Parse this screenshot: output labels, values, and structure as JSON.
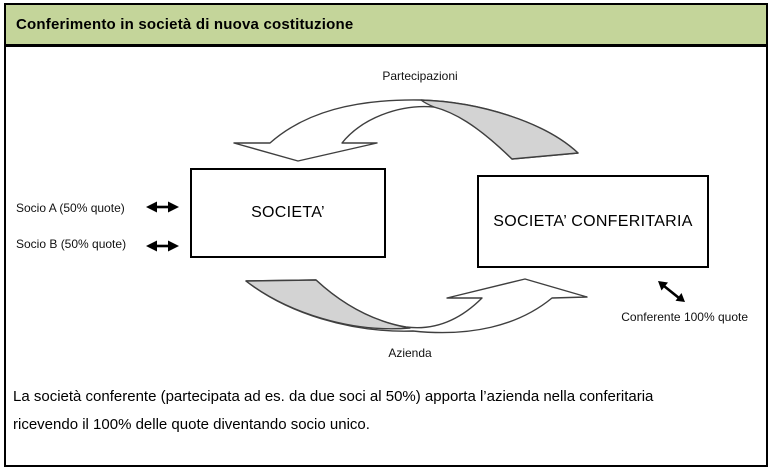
{
  "header": {
    "title": "Conferimento in società di nuova costituzione"
  },
  "diagram": {
    "boxes": {
      "left": "SOCIETA’",
      "right": "SOCIETA’ CONFERITARIA"
    },
    "flows": {
      "top_label": "Partecipazioni",
      "bottom_label": "Azienda"
    },
    "left_labels": [
      {
        "label": "Socio A (50% quote)"
      },
      {
        "label": "Socio B (50% quote)"
      }
    ],
    "right_label": "Conferente 100% quote"
  },
  "description": {
    "line1": "La società conferente (partecipata ad es. da due soci al 50%) apporta l’azienda nella conferitaria",
    "line2": "ricevendo il 100% delle quote diventando socio unico."
  },
  "colors": {
    "header_green": "#c4d59a",
    "arrow_gray_fill": "#d3d3d3",
    "arrow_outline": "#3f3f3f",
    "border_black": "#000000"
  }
}
